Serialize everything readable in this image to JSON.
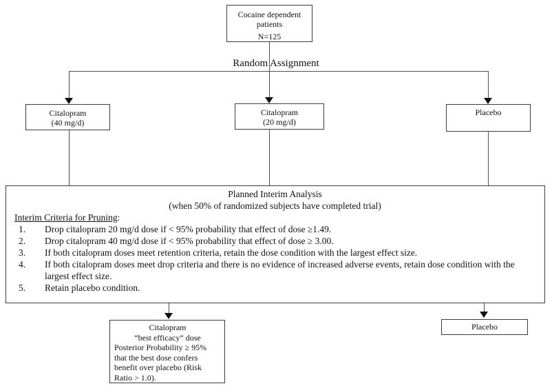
{
  "colors": {
    "background": "#ffffff",
    "box_border": "#3c3c3c",
    "connector_line": "#4f4f4f",
    "arrowhead": "#101010",
    "text": "#111111"
  },
  "top_box": {
    "line1": "Cocaine dependent",
    "line2": "patients",
    "n_label": "N=125"
  },
  "random_assignment": {
    "label": "Random Assignment"
  },
  "arms": [
    {
      "line1": "Citalopram",
      "line2": "(40 mg/d)"
    },
    {
      "line1": "Citalopram",
      "line2": "(20 mg/d)"
    },
    {
      "line1": "Placebo"
    }
  ],
  "interim": {
    "title": "Planned Interim Analysis",
    "subtitle": "(when 50% of randomized subjects have completed trial)",
    "criteria_heading": "Interim Criteria for Pruning",
    "criteria_colon": ":",
    "items": [
      {
        "num": "1.",
        "text": "Drop citalopram 20 mg/d dose if < 95% probability that effect of dose ≥1.49."
      },
      {
        "num": "2.",
        "text": "Drop citalopram 40 mg/d dose if < 95% probability that effect of dose ≥ 3.00."
      },
      {
        "num": "3.",
        "text": "If both citalopram doses meet retention criteria, retain the dose condition with the largest effect size."
      },
      {
        "num": "4.",
        "text": "If both citalopram doses meet drop criteria and there is no evidence of increased adverse events, retain dose condition with the largest effect size."
      },
      {
        "num": "5.",
        "text": "Retain placebo condition."
      }
    ]
  },
  "outcomes": {
    "best_dose": {
      "lines": [
        "Citalopram",
        "“best efficacy” dose",
        "Posterior Probability ≥ 95%",
        "that the best dose confers",
        "benefit over placebo (Risk",
        "Ratio > 1.0)."
      ]
    },
    "placebo": {
      "label": "Placebo"
    }
  }
}
